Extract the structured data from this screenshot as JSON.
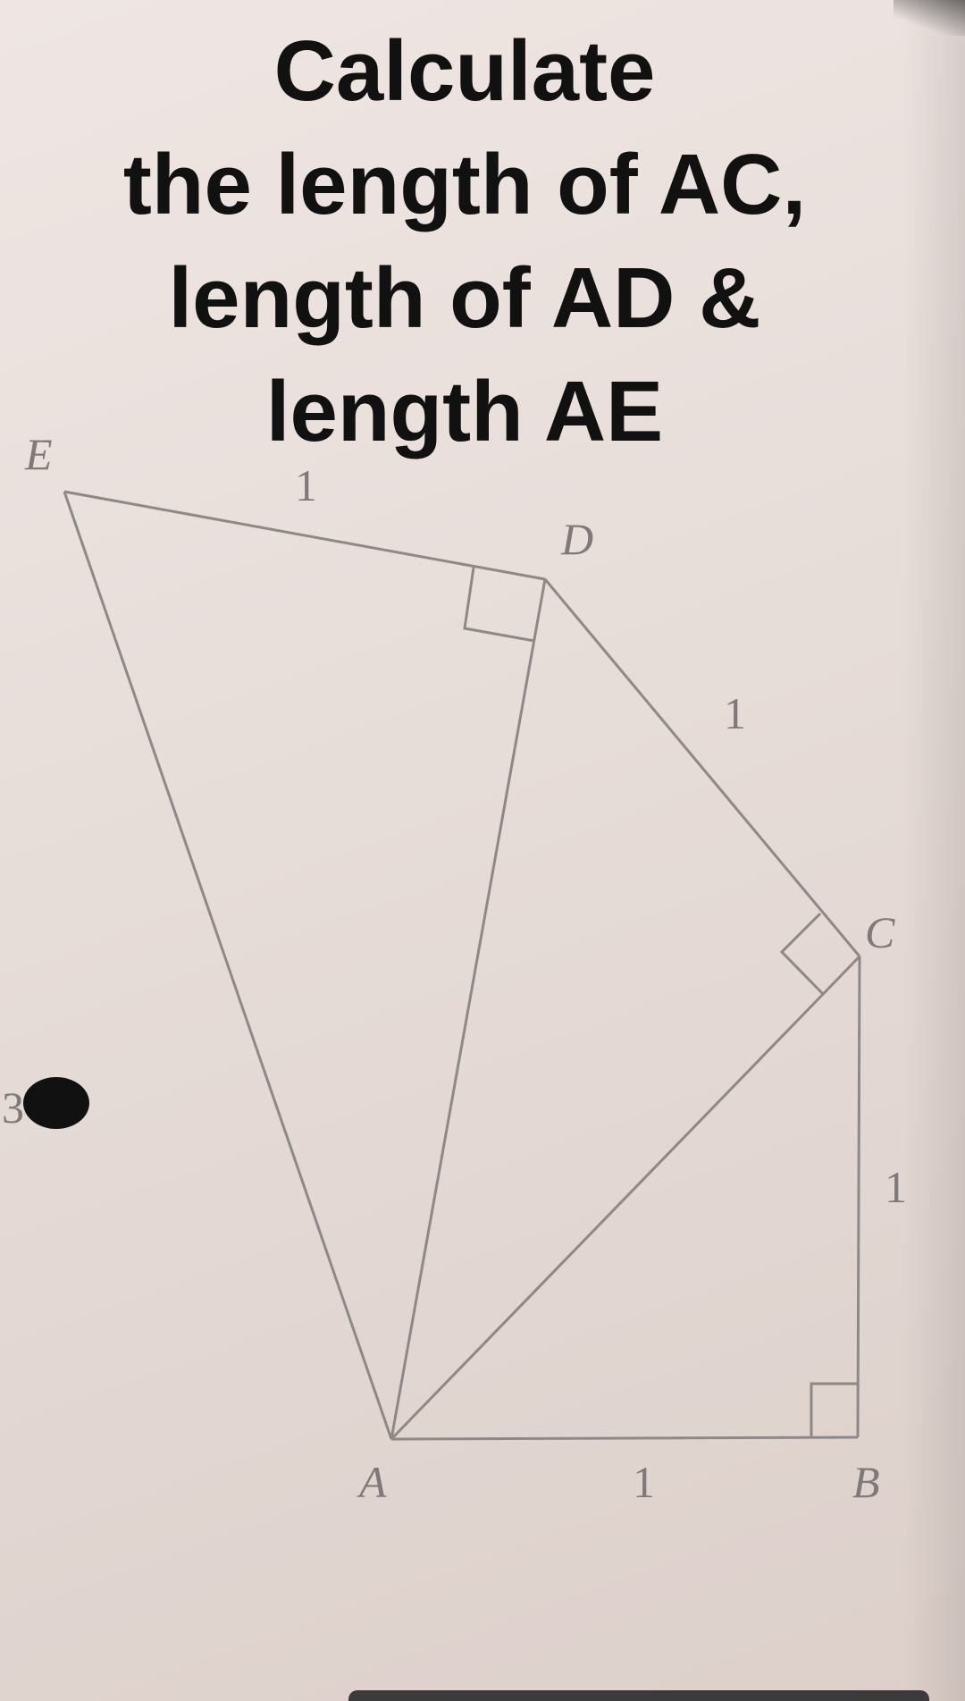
{
  "question": {
    "line1": "Calculate",
    "line2": "the length of  AC,",
    "line3": "length of  AD &",
    "line4": "length AE"
  },
  "diagram": {
    "vertices": {
      "A": "A",
      "B": "B",
      "C": "C",
      "D": "D",
      "E": "E"
    },
    "side_labels": {
      "AB": "1",
      "BC": "1",
      "CD": "1",
      "DE": "1"
    },
    "margin_glyph": "3",
    "line_color": "#8e8886",
    "ink_color": "#111111"
  }
}
